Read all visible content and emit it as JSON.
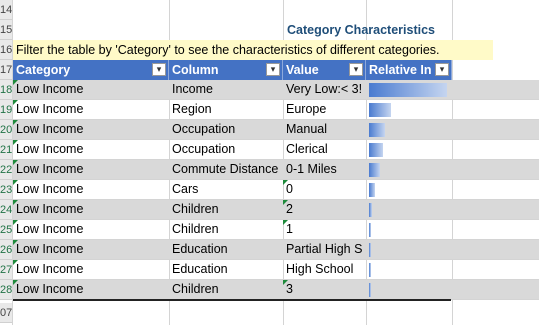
{
  "row_numbers": [
    "14",
    "15",
    "16",
    "17",
    "18",
    "19",
    "20",
    "21",
    "22",
    "23",
    "24",
    "25",
    "26",
    "27",
    "28",
    "07"
  ],
  "title": "Category Characteristics",
  "note": "Filter the table by 'Category' to see the characteristics of different categories.",
  "headers": [
    "Category",
    "Column",
    "Value",
    "Relative In"
  ],
  "filter_icon": "filter-dropdown-icon",
  "dropdown_icon": "chevron-down-icon",
  "rows": [
    {
      "category": "Low Income",
      "column": "Income",
      "value": "Very Low:< 3!",
      "impact": 1.0
    },
    {
      "category": "Low Income",
      "column": "Region",
      "value": "Europe",
      "impact": 0.28
    },
    {
      "category": "Low Income",
      "column": "Occupation",
      "value": "Manual",
      "impact": 0.2
    },
    {
      "category": "Low Income",
      "column": "Occupation",
      "value": "Clerical",
      "impact": 0.18
    },
    {
      "category": "Low Income",
      "column": "Commute Distance",
      "value": "0-1 Miles",
      "impact": 0.14
    },
    {
      "category": "Low Income",
      "column": "Cars",
      "value": "0",
      "impact": 0.08
    },
    {
      "category": "Low Income",
      "column": "Children",
      "value": "2",
      "impact": 0.04
    },
    {
      "category": "Low Income",
      "column": "Children",
      "value": "1",
      "impact": 0.03
    },
    {
      "category": "Low Income",
      "column": "Education",
      "value": "Partial High S",
      "impact": 0.03
    },
    {
      "category": "Low Income",
      "column": "Education",
      "value": "High School",
      "impact": 0.03
    },
    {
      "category": "Low Income",
      "column": "Children",
      "value": "3",
      "impact": 0.03
    }
  ],
  "colors": {
    "header": "#4472c4",
    "title": "#1f4e79",
    "note_bg": "#fffac8",
    "band": "#d9d9d9",
    "bar": "#4a7bd0"
  }
}
